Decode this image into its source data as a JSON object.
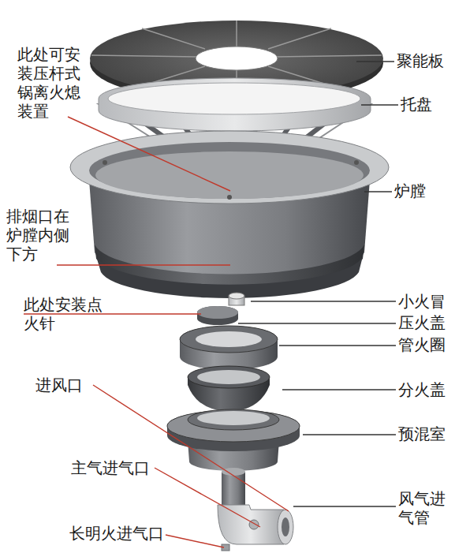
{
  "diagram": {
    "labels": [
      "聚能板",
      "此处可安 装压杆式 锅离火熄 装置",
      "托盘",
      "炉膛",
      "排烟口在 炉膛内侧 下方",
      "小火冒",
      "此处安装点 火针",
      "压火盖",
      "管火圈",
      "分火盖",
      "进风口",
      "预混室",
      "主气进气口",
      "风气进 气管",
      "长明火进气口"
    ]
  }
}
